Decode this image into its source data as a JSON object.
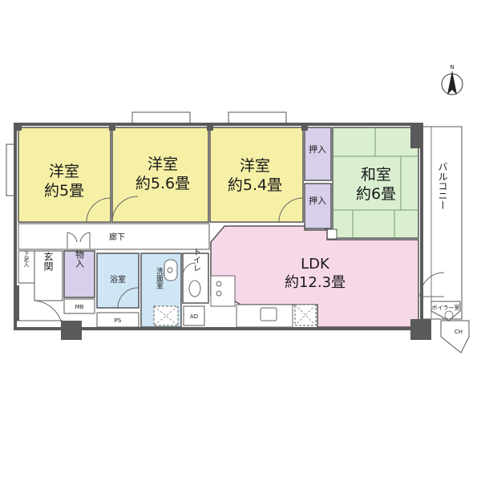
{
  "north_label": "N",
  "rooms": {
    "western1": {
      "name": "洋室",
      "size": "約5畳"
    },
    "western2": {
      "name": "洋室",
      "size": "約5.6畳"
    },
    "western3": {
      "name": "洋室",
      "size": "約5.4畳"
    },
    "japanese": {
      "name": "和室",
      "size": "約6畳"
    },
    "ldk": {
      "name": "LDK",
      "size": "約12.3畳"
    }
  },
  "labels": {
    "oshiire_top": "押入",
    "oshiire_bottom": "押入",
    "corridor": "廊下",
    "genkan": "玄関",
    "getabako": "下足入",
    "storage": "物入",
    "bathroom": "浴室",
    "washroom": "洗面室",
    "toilet": "トイレ",
    "mb": "MB",
    "ps": "PS",
    "ad": "AD",
    "balcony": "バルコニー",
    "boiler": "ボイラー室",
    "ch": "CH"
  },
  "colors": {
    "western": "#f5f0a6",
    "japanese": "#d9efd0",
    "ldk": "#f7d8e8",
    "closet": "#d8d0ea",
    "bath": "#cfe6f5",
    "wall": "#5a5a5a",
    "line": "#555555"
  }
}
